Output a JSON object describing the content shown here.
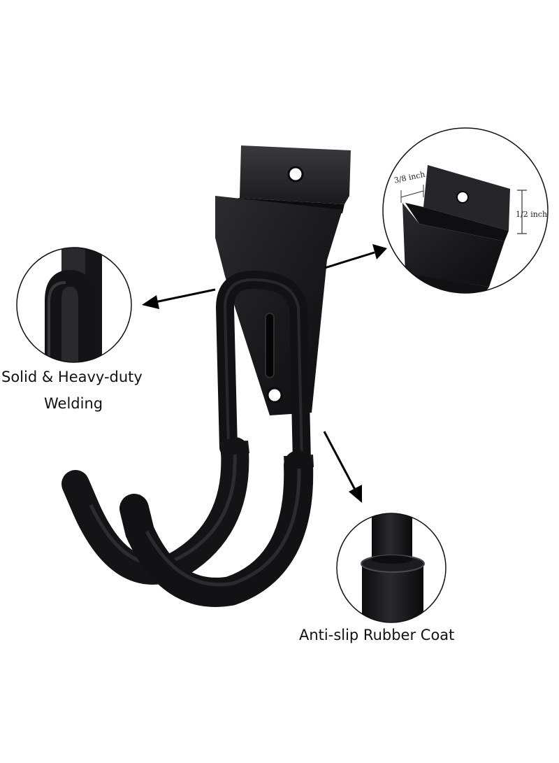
{
  "labels": {
    "welding_line1": "Solid & Heavy-duty",
    "welding_line2": "Welding",
    "rubber_coat": "Anti-slip Rubber Coat"
  },
  "dimensions": {
    "width": "3/8 inch",
    "height": "1/2 inch"
  },
  "icons": {
    "product": "slatwall-double-j-hook",
    "arrow": "pointer-arrow-icon"
  },
  "colors": {
    "background": "#ffffff",
    "hook": "#141416",
    "text": "#111111"
  }
}
